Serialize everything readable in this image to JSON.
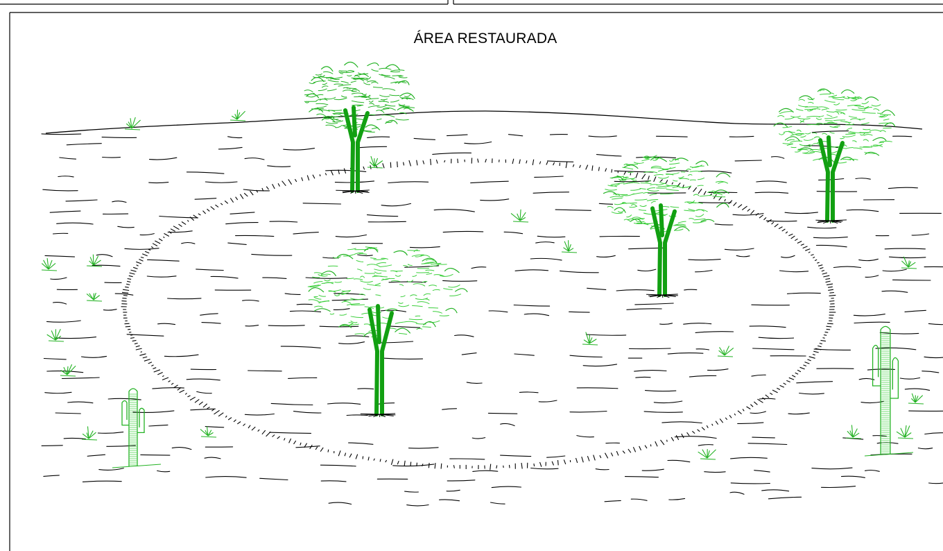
{
  "title": "ÁREA RESTAURADA",
  "colors": {
    "ink": "#000000",
    "foliage": "#22b222",
    "foliage_light": "#3ccf3c",
    "trunk": "#12a012",
    "frame": "#000000"
  },
  "elements": {
    "trees": [
      "tree",
      "tree",
      "tree",
      "tree"
    ],
    "cacti": [
      "cactus",
      "cactus"
    ],
    "boundary": "restored-area-boundary"
  }
}
